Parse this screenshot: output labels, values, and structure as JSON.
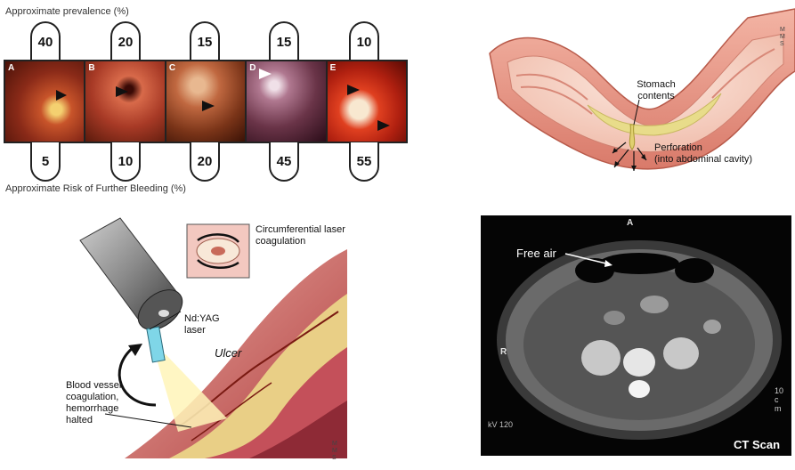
{
  "endoscopy": {
    "prevalence_caption": "Approximate prevalence (%)",
    "risk_caption": "Approximate Risk of Further Bleeding (%)",
    "panels": [
      {
        "letter": "A",
        "prevalence": "40",
        "risk": "5"
      },
      {
        "letter": "B",
        "prevalence": "20",
        "risk": "10"
      },
      {
        "letter": "C",
        "prevalence": "15",
        "risk": "20"
      },
      {
        "letter": "D",
        "prevalence": "15",
        "risk": "45"
      },
      {
        "letter": "E",
        "prevalence": "10",
        "risk": "55"
      }
    ]
  },
  "stomach": {
    "contents_label": "Stomach contents",
    "perforation_label": "Perforation",
    "perforation_sub": "(into abdominal cavity)",
    "seal": "MMS"
  },
  "laser": {
    "circ_label": "Circumferential laser coagulation",
    "ndyag_label": "Nd:YAG laser",
    "ulcer_label": "Ulcer",
    "vessel_label": "Blood vessel coagulation, hemorrhage halted",
    "seal": "MMS"
  },
  "ct": {
    "free_air_label": "Free air",
    "caption": "CT Scan",
    "marker_a": "A",
    "marker_r": "R",
    "side_text": "10 c m",
    "kv_text": "kV 120"
  }
}
